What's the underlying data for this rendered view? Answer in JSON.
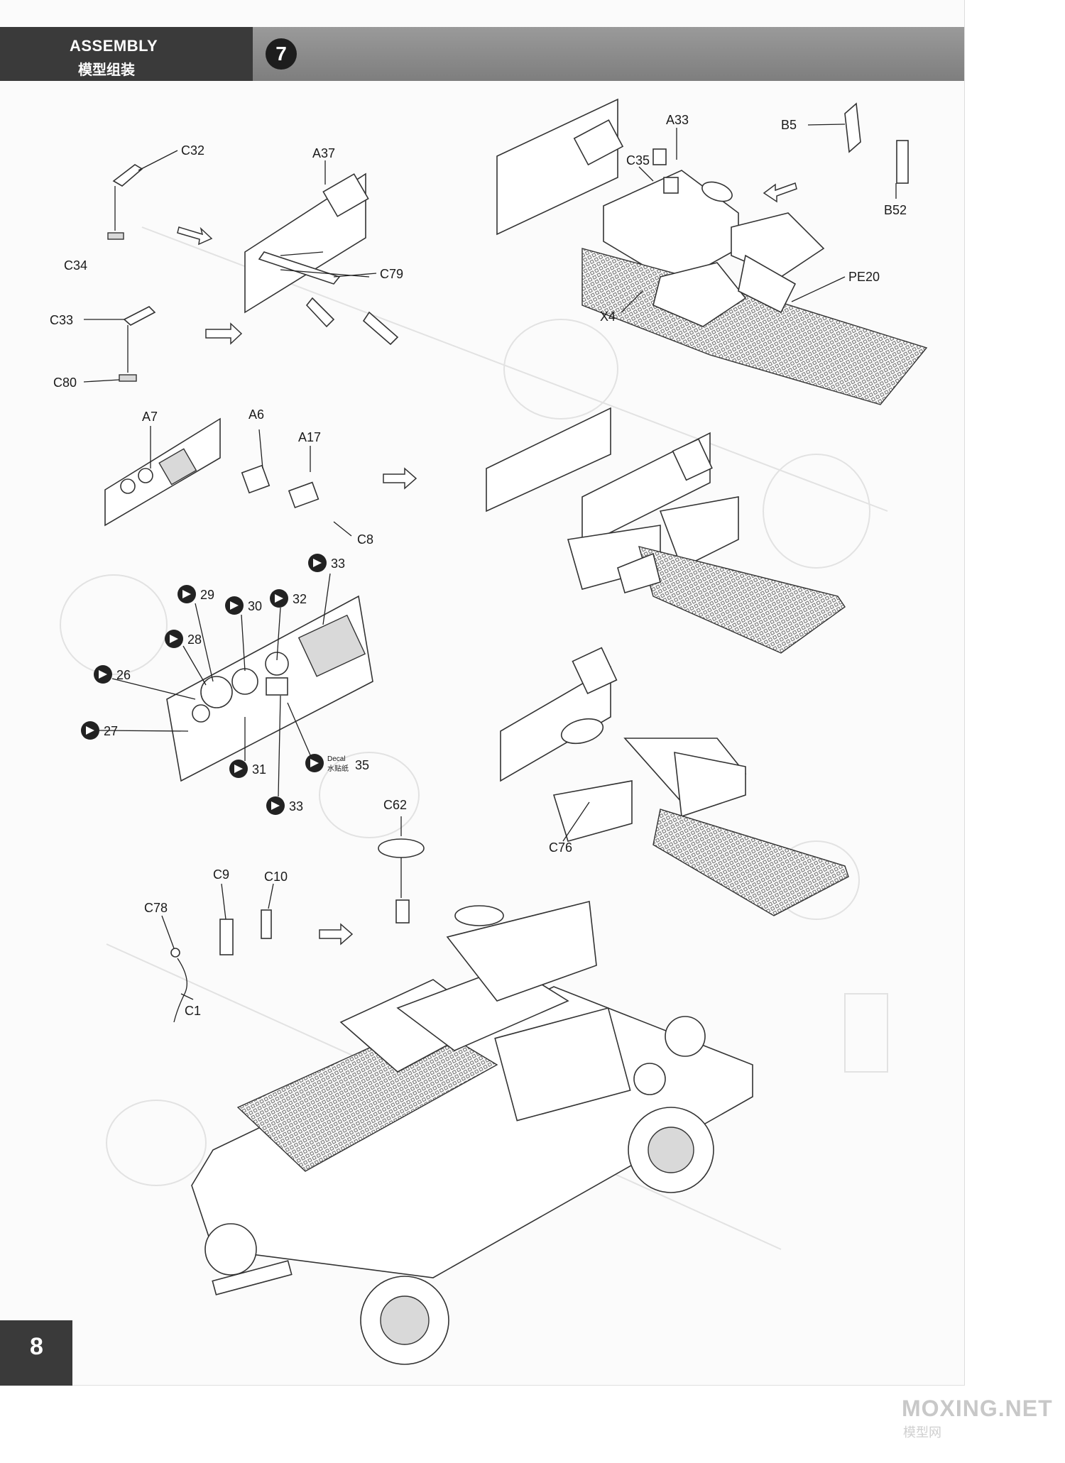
{
  "header": {
    "title": "ASSEMBLY",
    "subtitle": "模型组装",
    "step": "7"
  },
  "page_number": "8",
  "watermark": {
    "text": "MOXING.NET",
    "sub": "模型网"
  },
  "labels": {
    "c32": "C32",
    "a37": "A37",
    "a33": "A33",
    "b5": "B5",
    "c35": "C35",
    "c34": "C34",
    "c79": "C79",
    "b52": "B52",
    "pe20": "PE20",
    "x4": "X4",
    "c33": "C33",
    "c80": "C80",
    "a7": "A7",
    "a6": "A6",
    "a17": "A17",
    "c8": "C8",
    "c62": "C62",
    "c9": "C9",
    "c10": "C10",
    "c78": "C78",
    "c1": "C1",
    "c76": "C76"
  },
  "decals": {
    "d33a": "33",
    "d29": "29",
    "d30": "30",
    "d32": "32",
    "d28": "28",
    "d26": "26",
    "d27": "27",
    "d31": "31",
    "d35": "35",
    "d33b": "33"
  },
  "decal_caption": {
    "en": "Decal",
    "zh": "水贴纸"
  }
}
